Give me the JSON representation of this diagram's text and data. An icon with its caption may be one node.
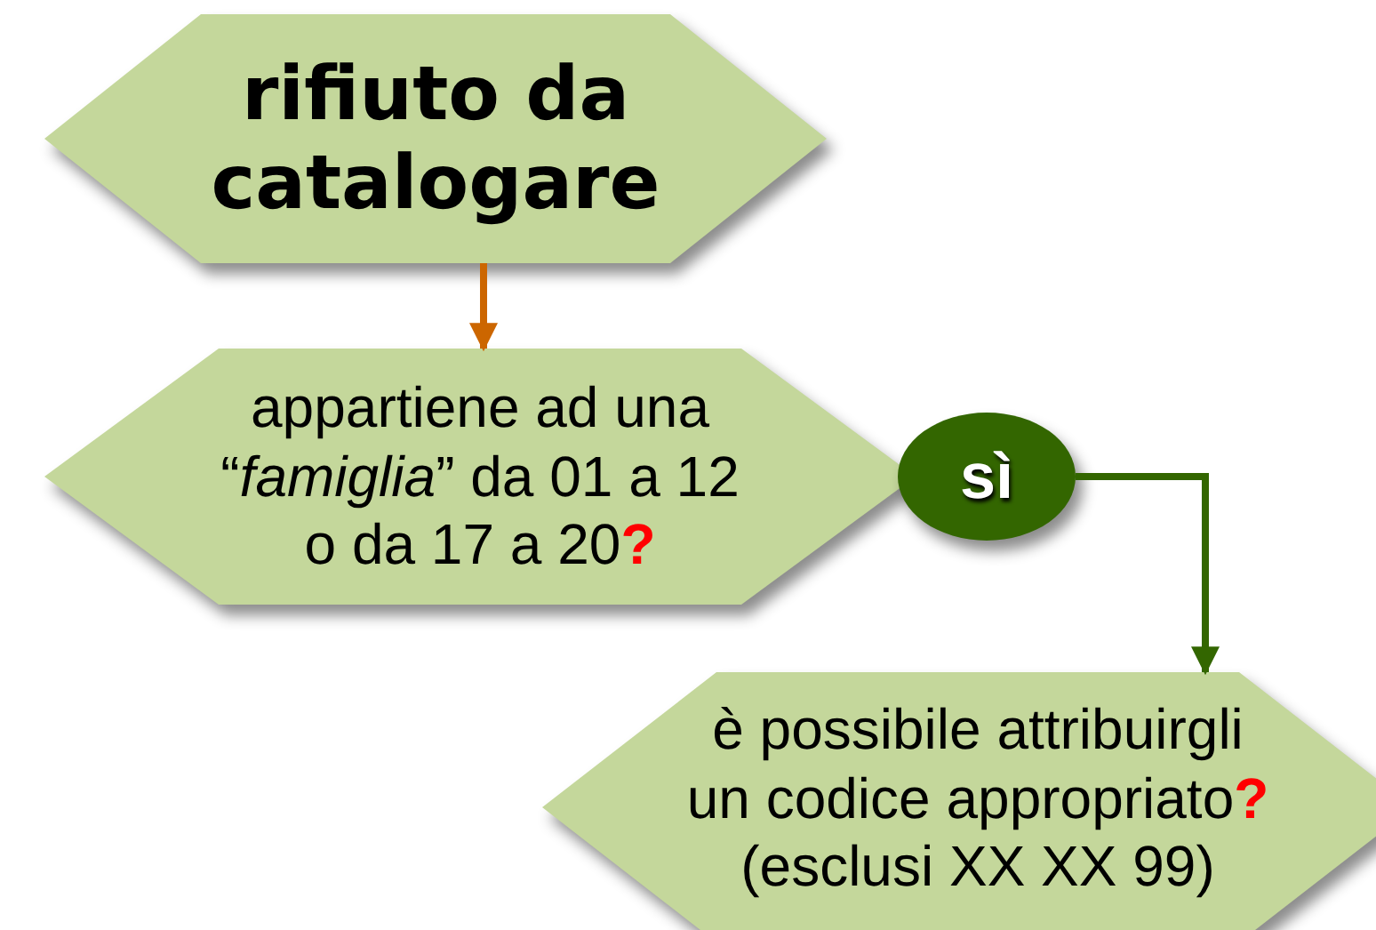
{
  "diagram": {
    "nodes": [
      {
        "text": [
          "rifiuto da catalogare"
        ]
      },
      {
        "text": [
          "appartiene ad una “*famiglia*” da 01 a 12 o da 17 a 20?"
        ]
      },
      {
        "text": [
          "sì"
        ]
      },
      {
        "text": [
          "è possibile attribuirgli un codice appropriato?",
          "(esclusi XX XX 99)"
        ]
      }
    ],
    "edges": [
      {
        "from": 0,
        "to": 1,
        "arrow": "to",
        "color": "#cc6600"
      },
      {
        "from": 2,
        "to": 3,
        "arrow": "to",
        "color": "#336600"
      }
    ]
  }
}
